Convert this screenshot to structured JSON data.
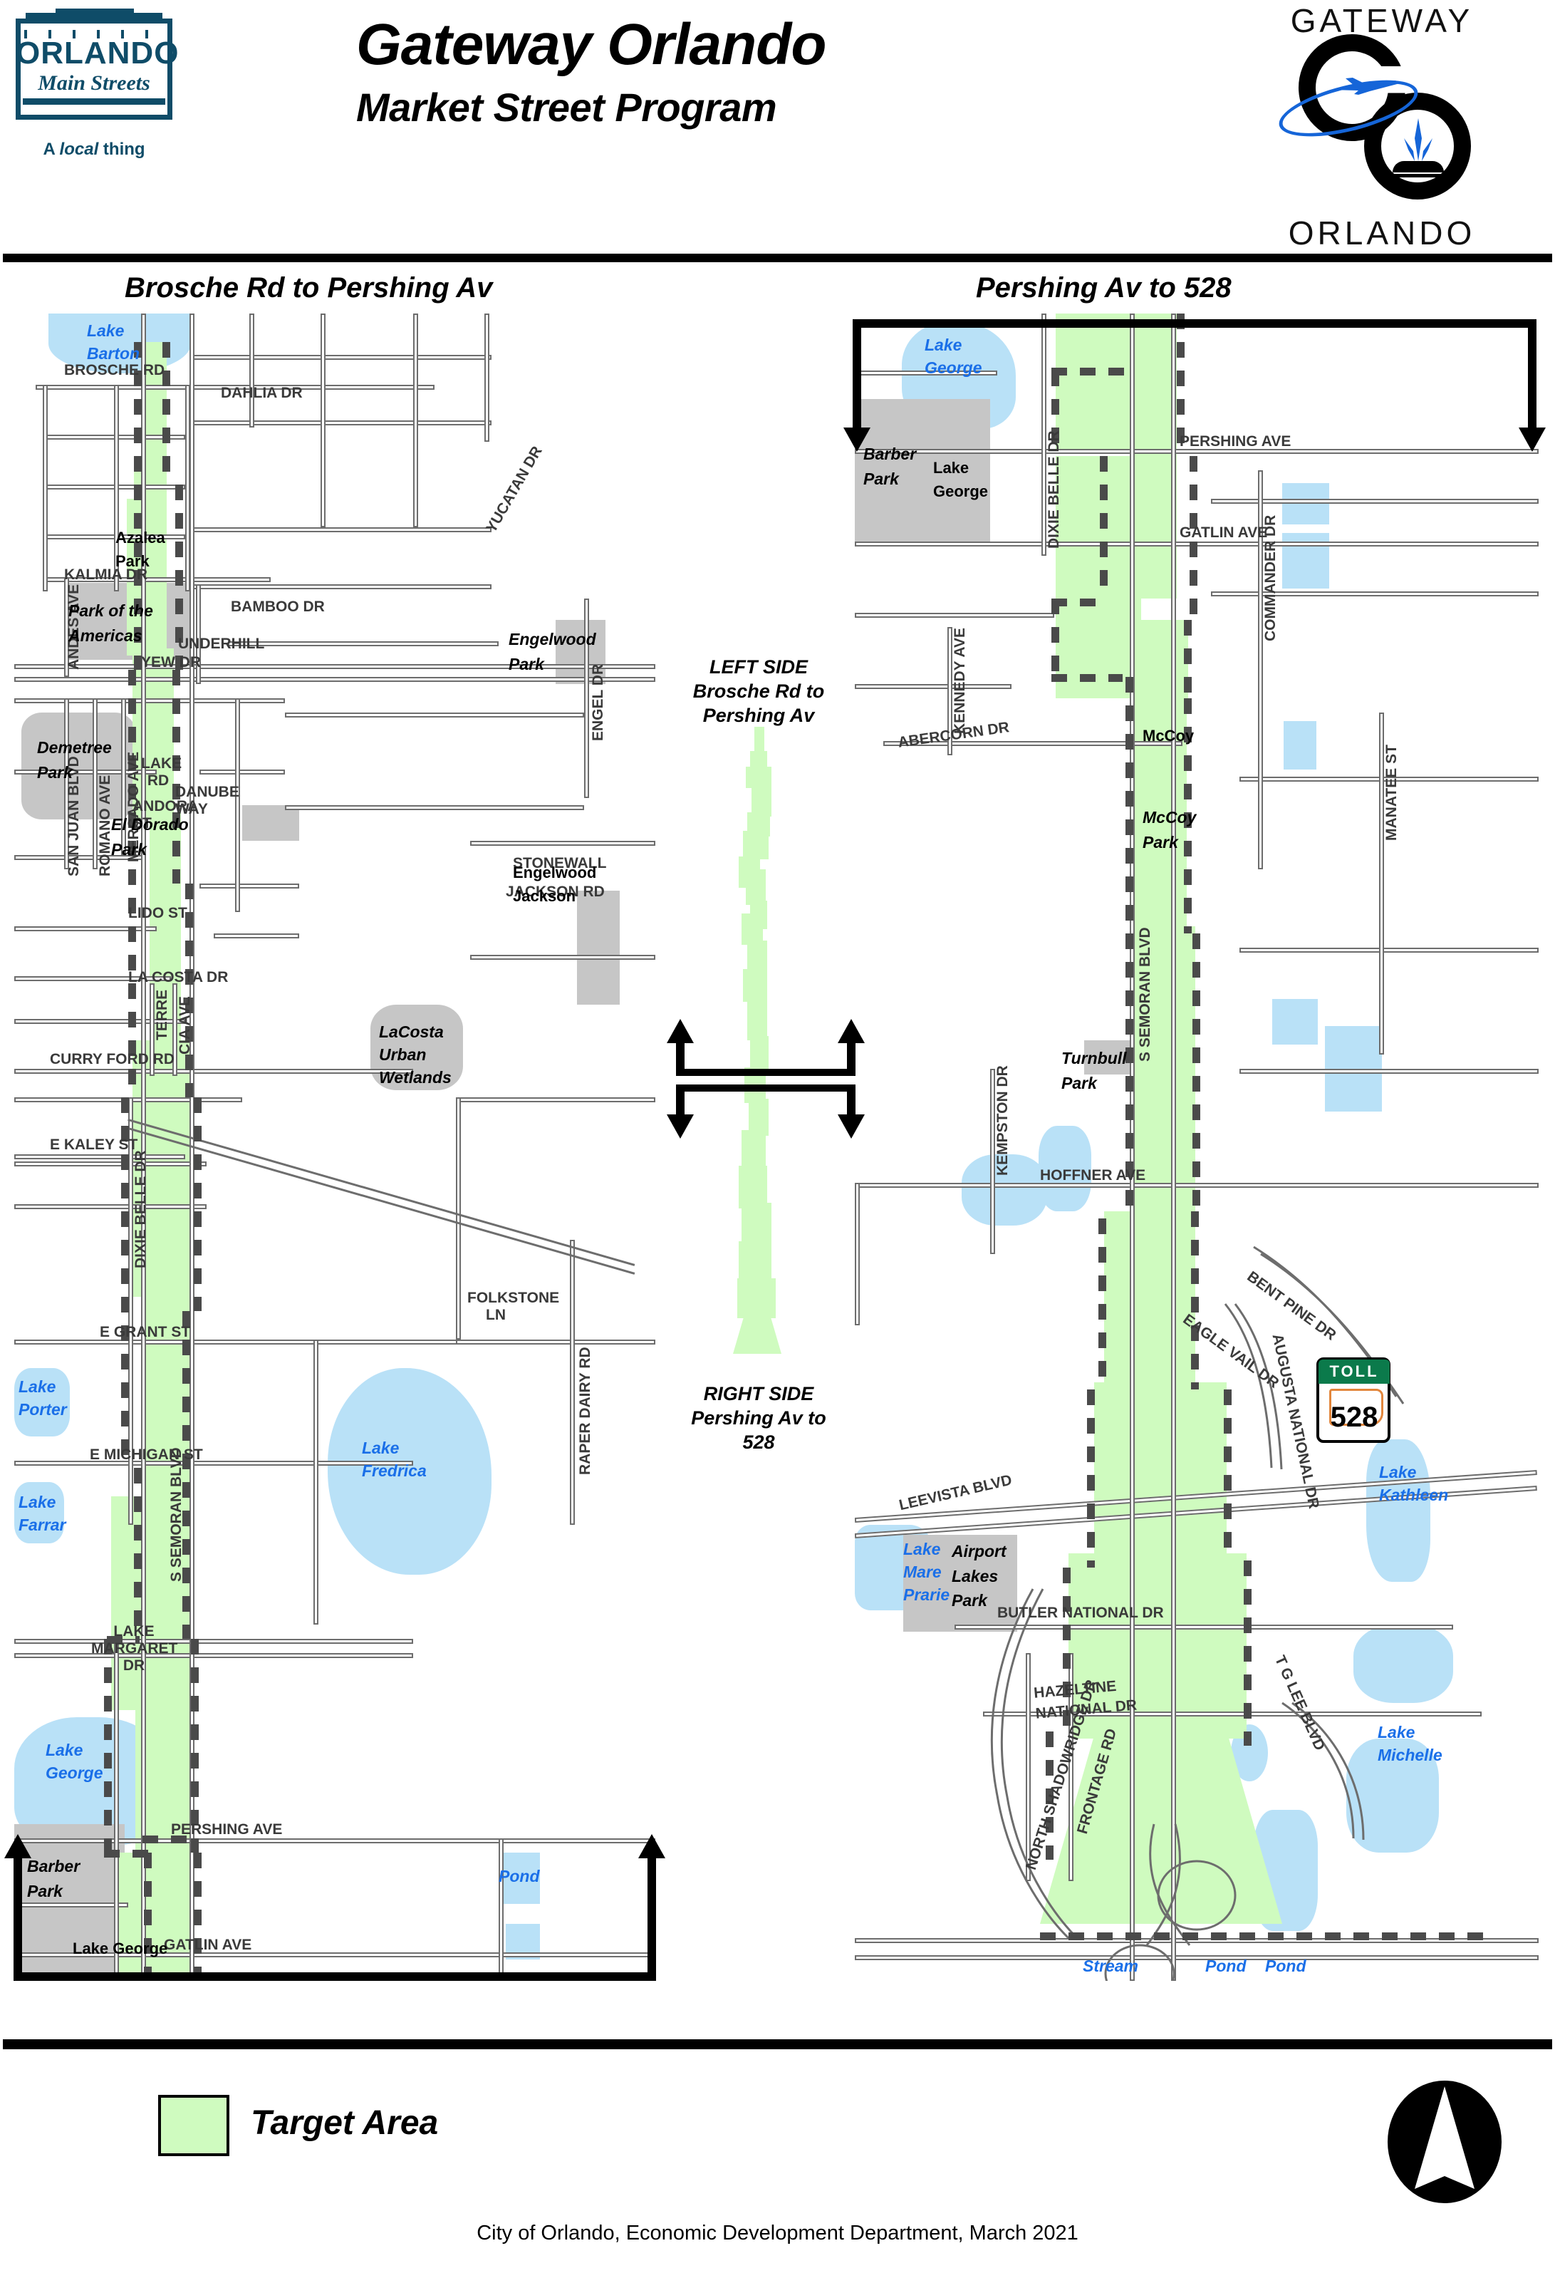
{
  "header": {
    "oms_logo": {
      "word": "ORLANDO",
      "script": "Main Streets",
      "tagline_pre": "A ",
      "tagline_em": "local",
      "tagline_post": " thing"
    },
    "title": "Gateway Orlando",
    "subtitle": "Market Street Program",
    "gateway_logo": {
      "top": "GATEWAY",
      "bottom": "ORLANDO"
    }
  },
  "panels": {
    "left_title": "Brosche Rd to Pershing Av",
    "right_title": "Pershing Av to 528"
  },
  "inset": {
    "top_caption": "LEFT SIDE\nBrosche Rd to\nPershing Av",
    "top_line1": "LEFT SIDE",
    "top_line2": "Brosche Rd to",
    "top_line3": "Pershing Av",
    "bottom_line1": "RIGHT SIDE",
    "bottom_line2": "Pershing Av to",
    "bottom_line3": "528"
  },
  "legend": {
    "swatch_color": "#CFFBBF",
    "label": "Target Area",
    "compass_icon": "north-arrow-icon"
  },
  "credit": "City of Orlando, Economic Development Department, March 2021",
  "colors": {
    "target_green": "#CFFBBF",
    "water_blue": "#B9E1F7",
    "park_gray": "#C6C6C6",
    "water_label": "#1A6FE8",
    "road_line": "#6d6d6d",
    "boundary_dash": "#4a4a4a",
    "logo_navy": "#0F4C68",
    "toll_green": "#0B7A4B",
    "toll_orange": "#E2863C"
  },
  "map_left": {
    "roads": [
      "BROSCHE RD",
      "DAHLIA DR",
      "YUCATAN DR",
      "BAMBOO DR",
      "KALMIA DR",
      "ANDES AVE",
      "YEW DR",
      "LAKE RD",
      "UNDERHILL",
      "ENGEL DR",
      "SAN JUAN BLVD",
      "ROMANO AVE",
      "MERCADO AVE",
      "ANDORA ST",
      "DANUBE WAY",
      "STONEWALL",
      "JACKSON RD",
      "LIDO ST",
      "LA COSTA DR",
      "TERRE",
      "CIA AVE",
      "CURRY FORD RD",
      "DIXIE BELLE DR",
      "E KALEY ST",
      "E GRANT ST",
      "E MICHIGAN ST",
      "FOLKSTONE LN",
      "RAPER DAIRY RD",
      "S SEMORAN BLVD",
      "LAKE MARGARET DR",
      "PERSHING AVE",
      "GATLIN AVE"
    ],
    "parks": [
      "Azalea Park",
      "Park of the Americas",
      "Engelwood Park",
      "Demetree Park",
      "El Dorado Park",
      "Engelwood Jackson",
      "LaCosta Urban Wetlands",
      "Barber Park",
      "Lake George"
    ],
    "waters": [
      "Lake Barton",
      "Lake Porter",
      "Lake Farrar",
      "Lake Fredrica",
      "Lake George",
      "Pond"
    ]
  },
  "map_right": {
    "roads": [
      "PERSHING AVE",
      "GATLIN AVE",
      "DIXIE BELLE DR",
      "COMMANDER DR",
      "KENNEDY AVE",
      "ABERCORN DR",
      "MANATEE ST",
      "KEMPSTON DR",
      "HOFFNER AVE",
      "S SEMORAN BLVD",
      "BENT PINE DR",
      "EAGLE VAIL DR",
      "AUGUSTA NATIONAL DR",
      "LEEVISTA BLVD",
      "BUTLER NATIONAL DR",
      "HAZELTINE NATIONAL DR",
      "NORTH SHADOWRIDGE DR",
      "FRONTAGE RD",
      "T G LEE BLVD"
    ],
    "parks": [
      "Barber Park",
      "Lake George",
      "McCoy",
      "McCoy Park",
      "Turnbull Park",
      "Airport Lakes Park"
    ],
    "waters": [
      "Lake George",
      "Lake Kathleen",
      "Lake Michelle",
      "Lake Mare Prarie",
      "Stream",
      "Pond"
    ],
    "toll": {
      "label": "TOLL",
      "number": "528"
    }
  }
}
